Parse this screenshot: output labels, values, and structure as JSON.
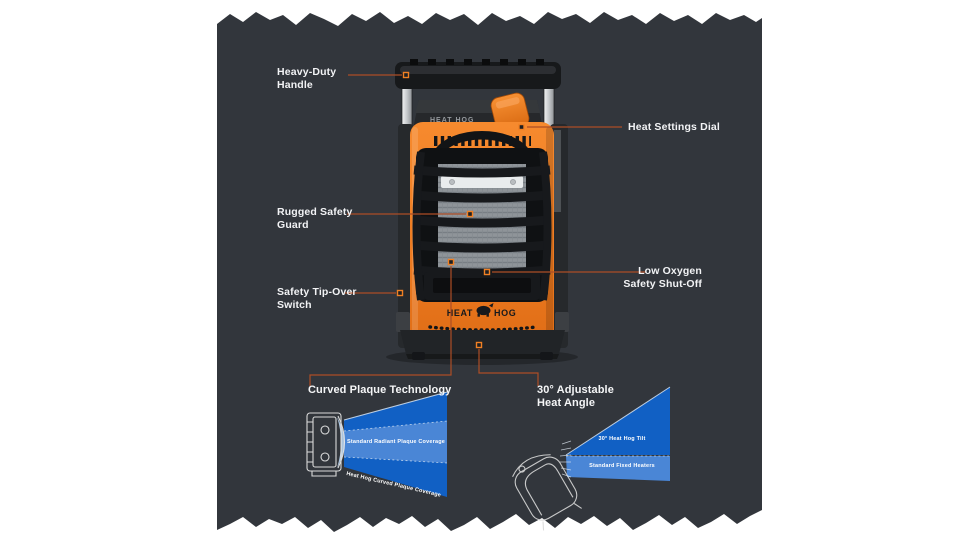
{
  "meta": {
    "description": "Heat Hog portable propane heater feature infographic on torn dark paper background"
  },
  "colors": {
    "page_bg": "#ffffff",
    "panel_bg": "#32363c",
    "callout_line": "#ad4e26",
    "marker_orange": "#f08024",
    "label_text": "#f2f3f5",
    "heater_orange": "#ef7c22",
    "beam_blue_dark": "#1160c4",
    "beam_blue_light": "#4a86d6",
    "plaque_crescent": "#b7d3ee"
  },
  "product": {
    "logo_top": "HEAT HOG",
    "logo_front_left": "HEAT",
    "logo_front_right": "HOG"
  },
  "callouts": {
    "handle": {
      "label": "Heavy-Duty Handle"
    },
    "dial": {
      "label": "Heat Settings Dial"
    },
    "guard": {
      "label": "Rugged Safety Guard"
    },
    "low_oxygen": {
      "label": "Low Oxygen Safety Shut-Off"
    },
    "tip_over": {
      "label": "Safety Tip-Over Switch"
    }
  },
  "diagrams": {
    "curved_plaque": {
      "title": "Curved Plaque Technology",
      "band_label": "Standard Radiant Plaque Coverage",
      "wedge_label": "Heat Hog Curved Plaque Coverage"
    },
    "heat_angle": {
      "title": "30° Adjustable Heat Angle",
      "triangle_label": "30° Heat Hog Tilt",
      "band_label": "Standard Fixed Heaters"
    }
  }
}
